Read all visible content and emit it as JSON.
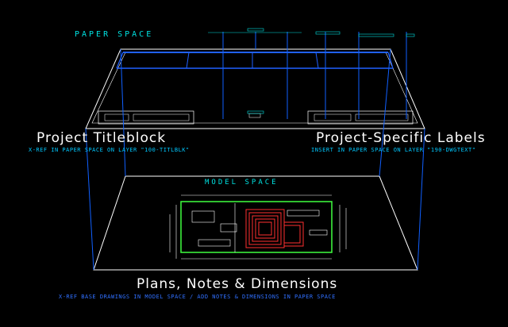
{
  "paper_space_label": "PAPER SPACE",
  "model_space_label": "MODEL SPACE",
  "titleblock_heading": "Project Titleblock",
  "titleblock_note": "X-REF IN PAPER SPACE ON LAYER \"100-TITLBLK\"",
  "labels_heading": "Project-Specific Labels",
  "labels_note": "INSERT IN PAPER SPACE ON LAYER \"190-DWGTEXT\"",
  "plans_heading": "Plans, Notes & Dimensions",
  "plans_note": "X-REF BASE DRAWINGS IN MODEL SPACE / ADD NOTES & DIMENSIONS IN PAPER SPACE",
  "colors": {
    "background": "#000000",
    "cyan_text": "#00E0E0",
    "blue_lines": "#1060FF",
    "white_lines": "#FFFFFF",
    "plan_green": "#40FF40",
    "plan_red": "#FF3030"
  }
}
